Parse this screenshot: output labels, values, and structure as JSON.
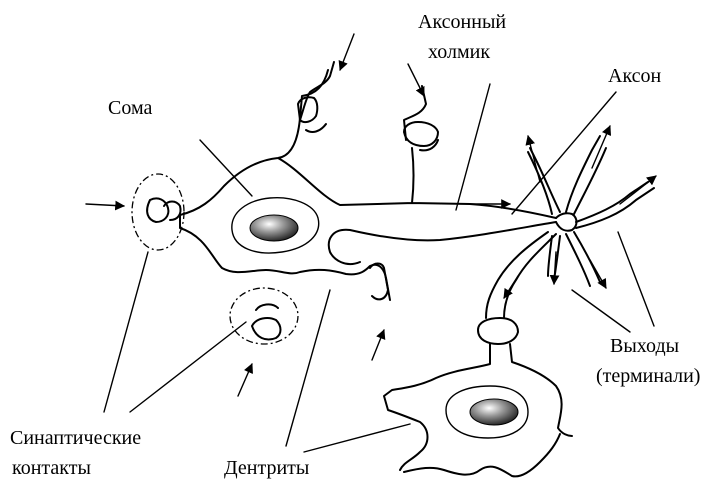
{
  "labels": {
    "soma": "Сома",
    "axon_hillock_line1": "Аксонный",
    "axon_hillock_line2": "холмик",
    "axon": "Аксон",
    "outputs_line1": "Выходы",
    "outputs_line2": "(терминали)",
    "synaptic_line1": "Синаптические",
    "synaptic_line2": "контакты",
    "dendrites": "Дентриты"
  }
}
